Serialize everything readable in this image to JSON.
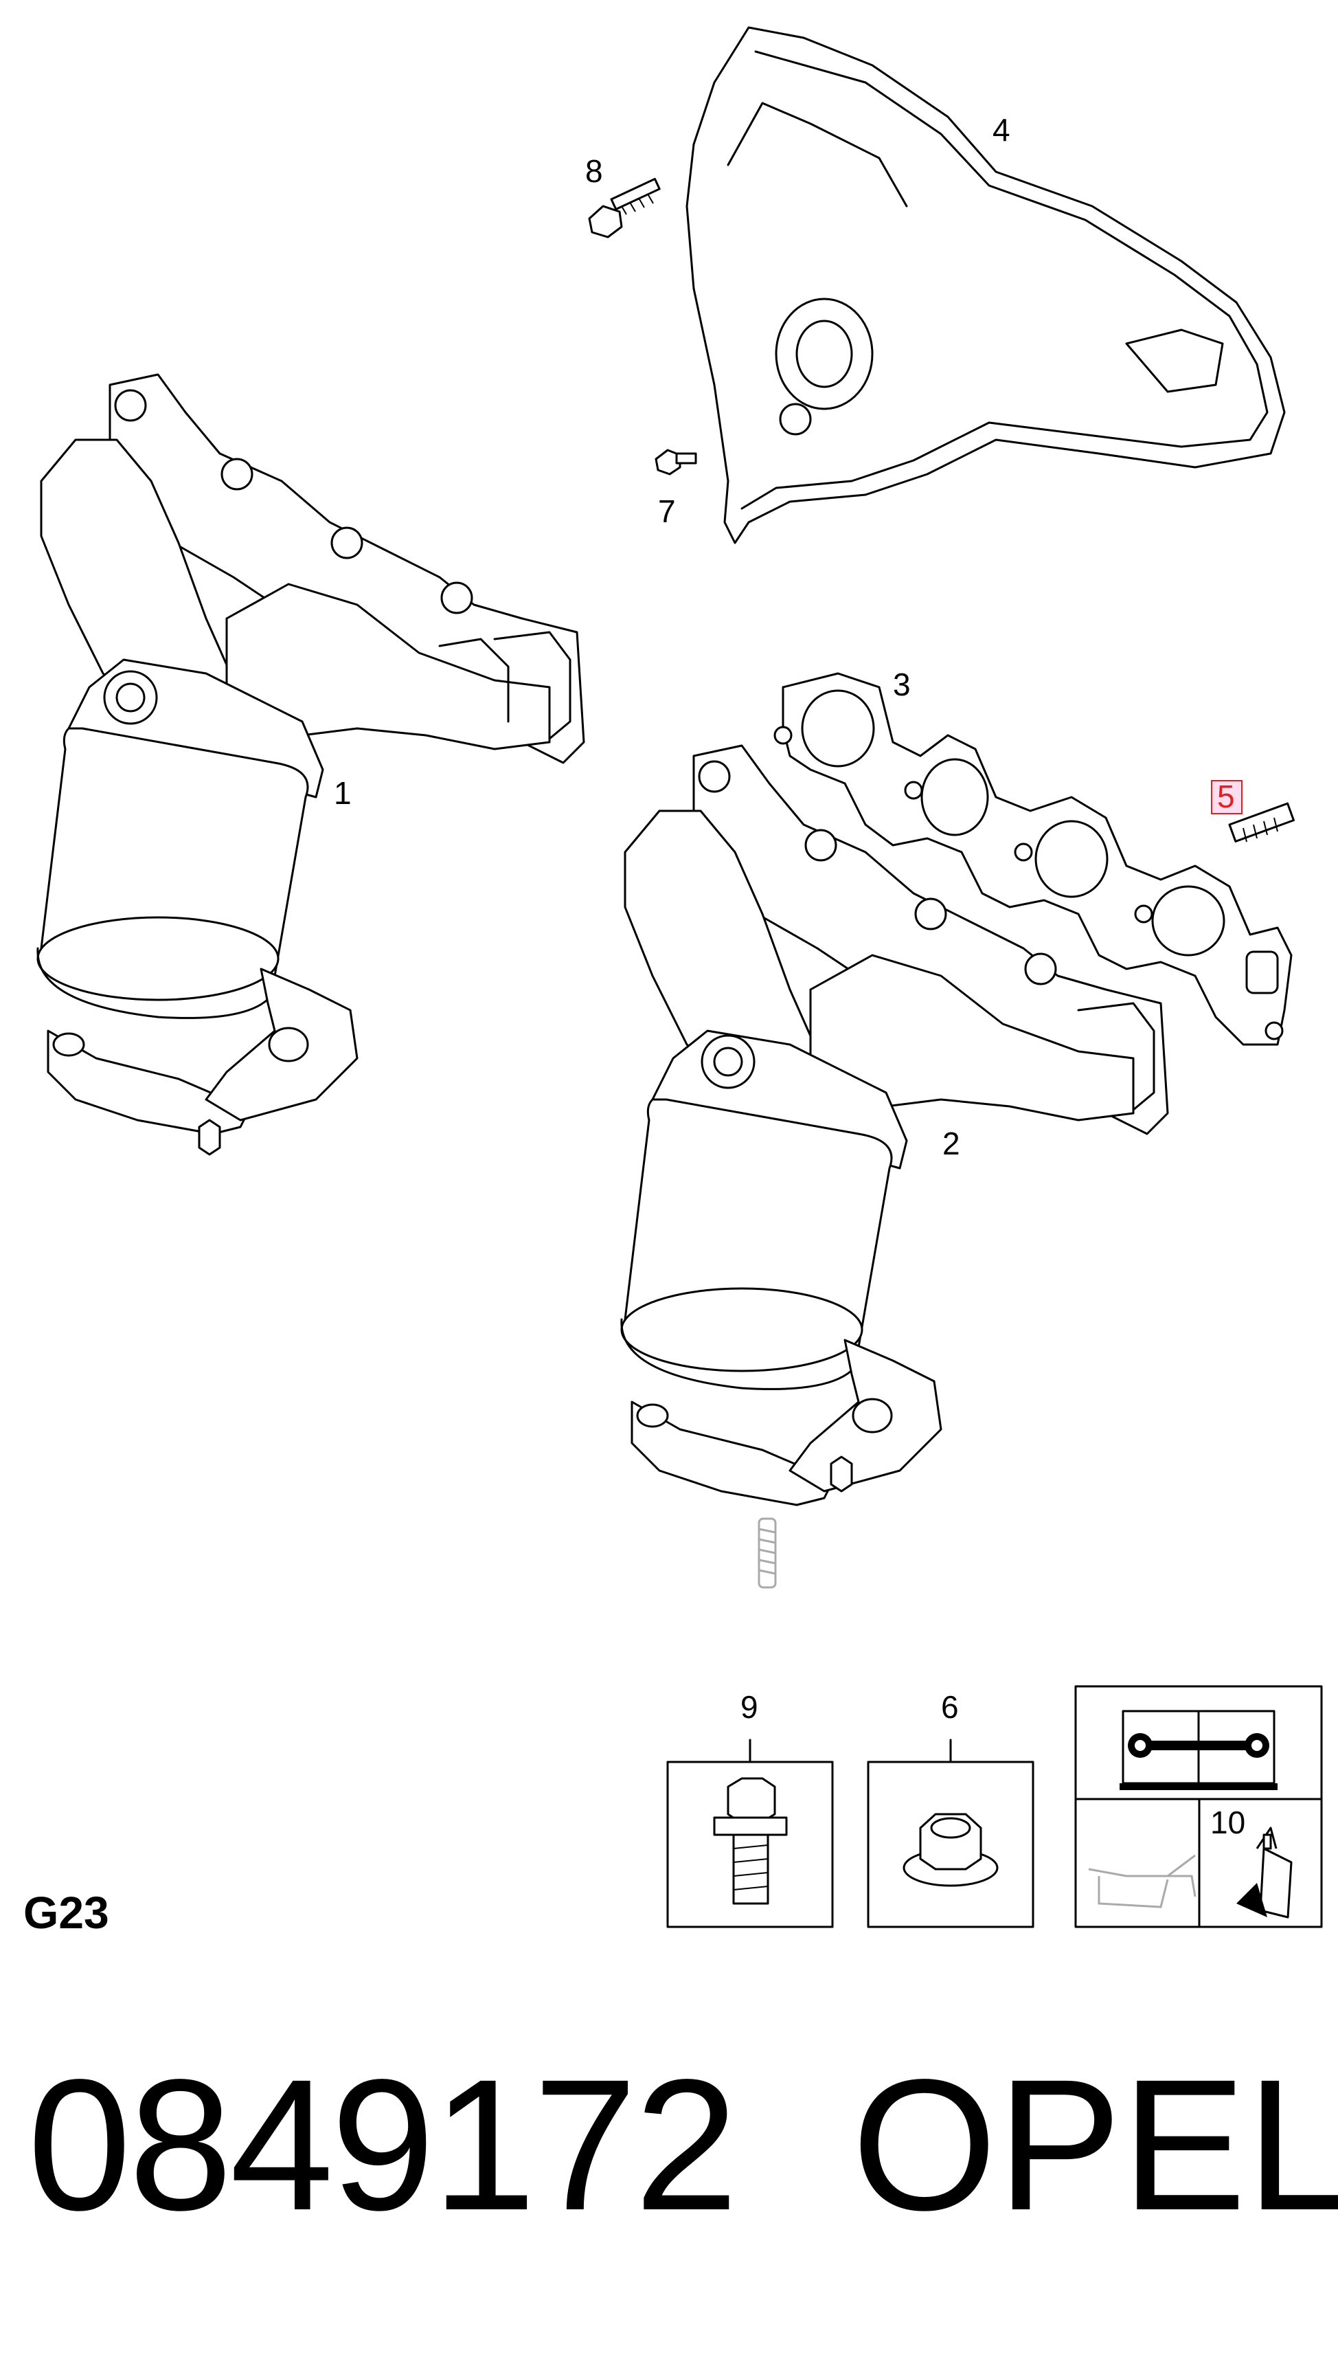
{
  "callouts": {
    "part_1": "1",
    "part_2": "2",
    "part_3": "3",
    "part_4": "4",
    "part_5": "5",
    "part_6": "6",
    "part_7": "7",
    "part_8": "8",
    "part_9": "9",
    "part_10": "10"
  },
  "footer": {
    "section_code": "G23",
    "part_number": "0849172",
    "brand": "OPEL"
  },
  "colors": {
    "highlight": "#d22222",
    "line": "#000000",
    "faded": "#aaaaaa"
  },
  "icons": [
    "manual-book-wrench-icon",
    "oil-can-icon",
    "sealant-tube-icon"
  ]
}
